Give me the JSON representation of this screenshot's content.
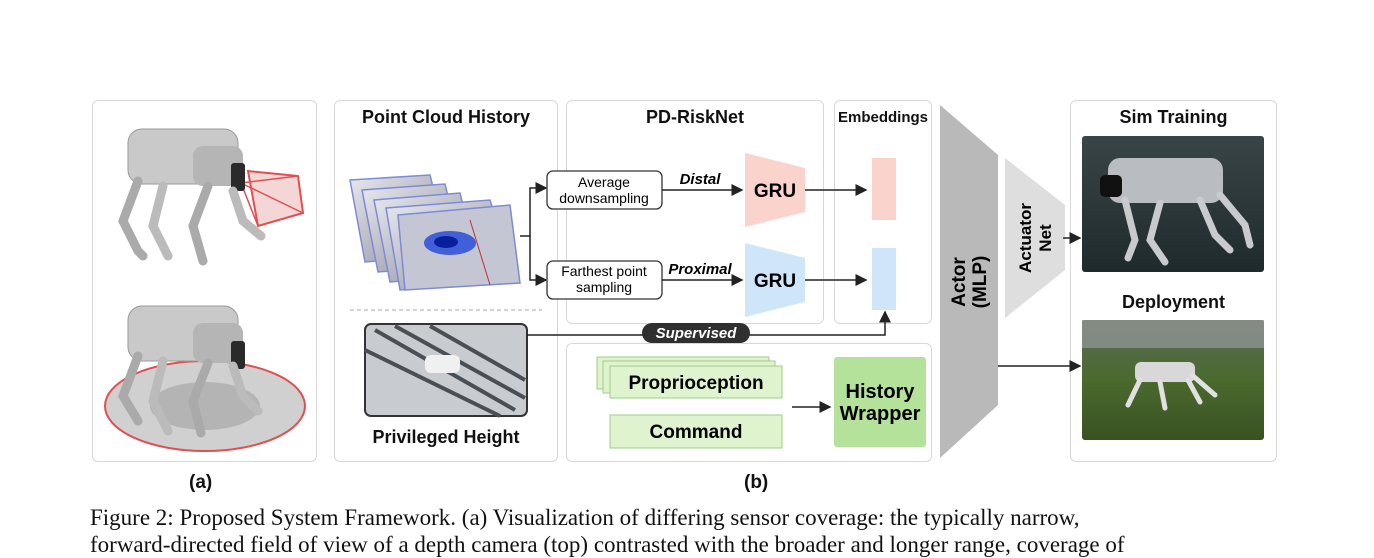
{
  "panels": {
    "point_cloud": {
      "title": "Point Cloud History"
    },
    "pd_riskNet": {
      "title": "PD-RiskNet"
    },
    "embeddings": {
      "title": "Embeddings"
    },
    "sim": {
      "title": "Sim Training"
    },
    "deploy": {
      "title": "Deployment"
    },
    "privileged": {
      "title": "Privileged Height"
    }
  },
  "nodes": {
    "avg": {
      "line1": "Average",
      "line2": "downsampling"
    },
    "fps": {
      "line1": "Farthest point",
      "line2": "sampling"
    },
    "gru_distal": "GRU",
    "gru_proximal": "GRU",
    "proprio": "Proprioception",
    "command": "Command",
    "history": {
      "line1": "History",
      "line2": "Wrapper"
    },
    "actor": {
      "line1": "Actor",
      "line2": "(MLP)"
    },
    "actuator": {
      "line1": "Actuator",
      "line2": "Net"
    }
  },
  "edges": {
    "distal": "Distal",
    "proximal": "Proximal",
    "supervised": "Supervised"
  },
  "labels": {
    "a": "(a)",
    "b": "(b)"
  },
  "caption": {
    "line1": "Figure 2: Proposed System Framework. (a) Visualization of differing sensor coverage: the typically narrow,",
    "line2": "forward-directed field of view of a depth camera (top) contrasted with the broader and longer range, coverage of"
  },
  "colors": {
    "distal_fill": "#f9d3cc",
    "proximal_fill": "#cfe6fa",
    "green_fill": "#dff3cf",
    "history_fill": "#b4e29a",
    "actor_fill": "#b9b9b9",
    "actuator_fill": "#dedede"
  }
}
